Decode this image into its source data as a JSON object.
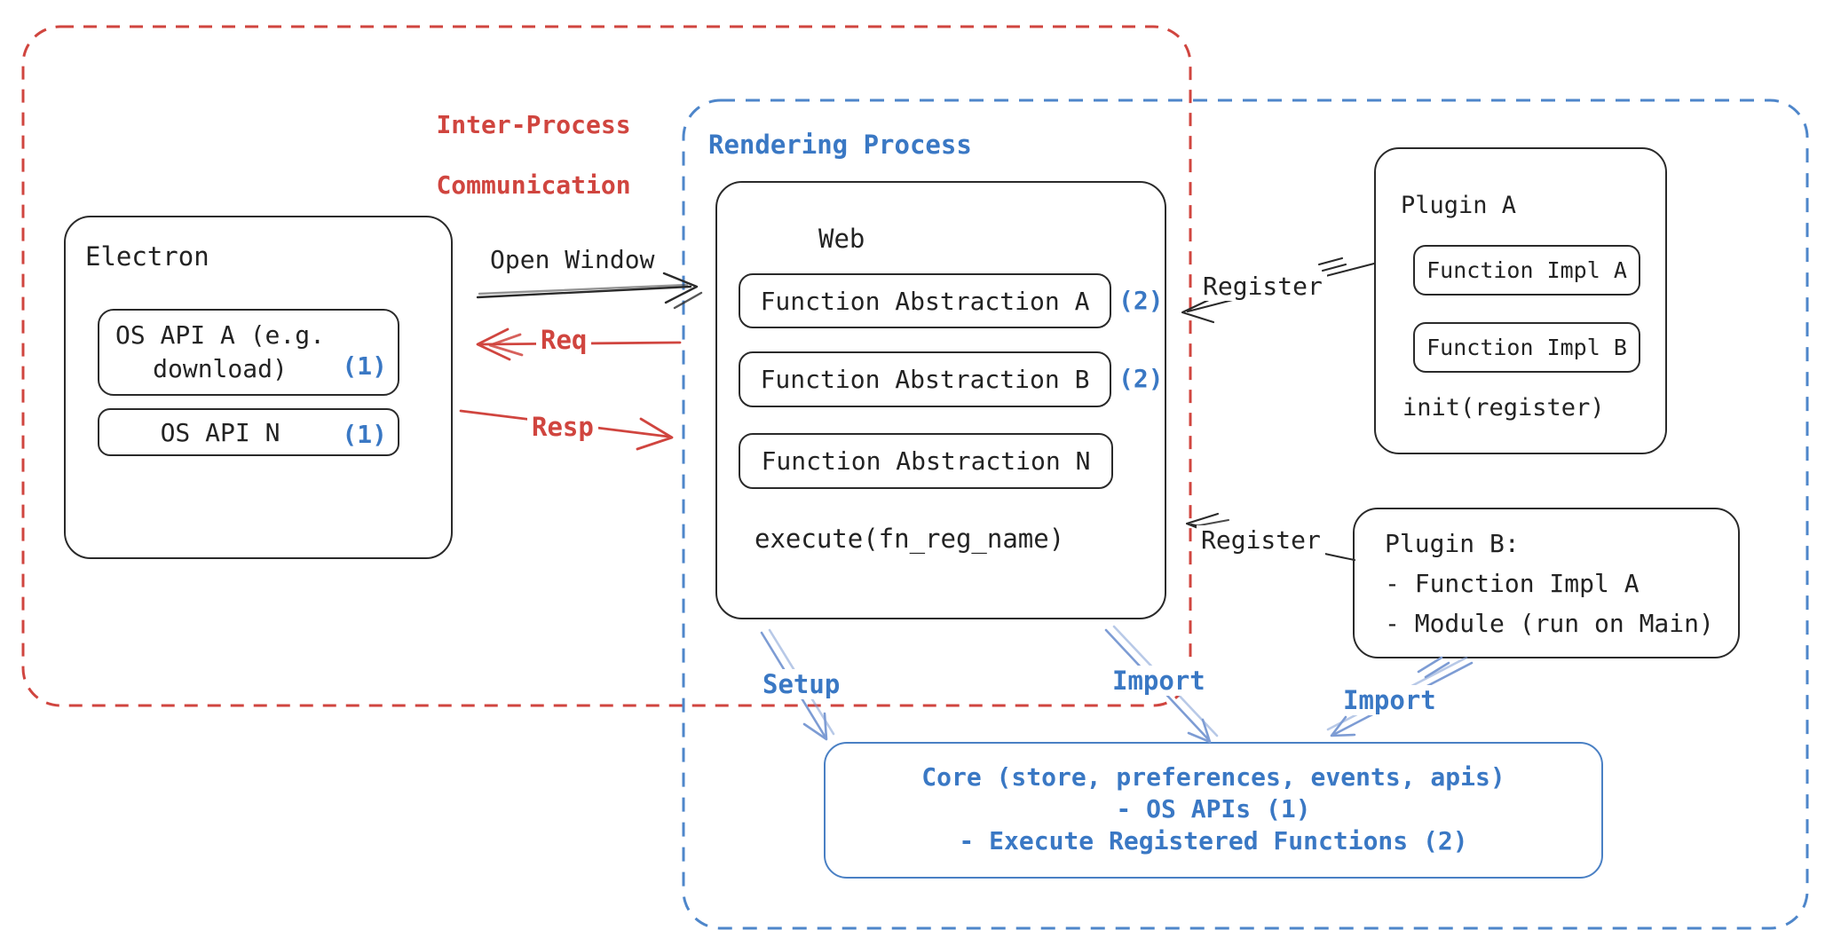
{
  "diagram": {
    "ipc_group": {
      "label_line1": "Inter-Process",
      "label_line2": "Communication"
    },
    "rendering_group": {
      "label": "Rendering Process"
    },
    "electron": {
      "title": "Electron",
      "os_api_a_line1": "OS API A (e.g.",
      "os_api_a_line2": "download)",
      "os_api_a_badge": "(1)",
      "os_api_n": "OS API N",
      "os_api_n_badge": "(1)"
    },
    "web": {
      "title": "Web",
      "fa_a": "Function Abstraction A",
      "fa_a_badge": "(2)",
      "fa_b": "Function Abstraction B",
      "fa_b_badge": "(2)",
      "fa_n": "Function Abstraction N",
      "execute": "execute(fn_reg_name)"
    },
    "plugin_a": {
      "title": "Plugin A",
      "impl_a": "Function Impl A",
      "impl_b": "Function Impl B",
      "init": "init(register)"
    },
    "plugin_b": {
      "line1": "Plugin B:",
      "line2": "- Function Impl A",
      "line3": "- Module (run on Main)"
    },
    "core": {
      "line1": "Core (store, preferences, events, apis)",
      "line2": "- OS APIs (1)",
      "line3": "- Execute Registered Functions (2)"
    },
    "arrows": {
      "open_window": "Open Window",
      "req": "Req",
      "resp": "Resp",
      "register_top": "Register",
      "register_bottom": "Register",
      "setup": "Setup",
      "import_web": "Import",
      "import_plugin_b": "Import"
    },
    "colors": {
      "red": "#d0453f",
      "blue": "#3a78c4",
      "arrow_blue": "#7d9cd4",
      "ink": "#2a2a2a"
    }
  }
}
